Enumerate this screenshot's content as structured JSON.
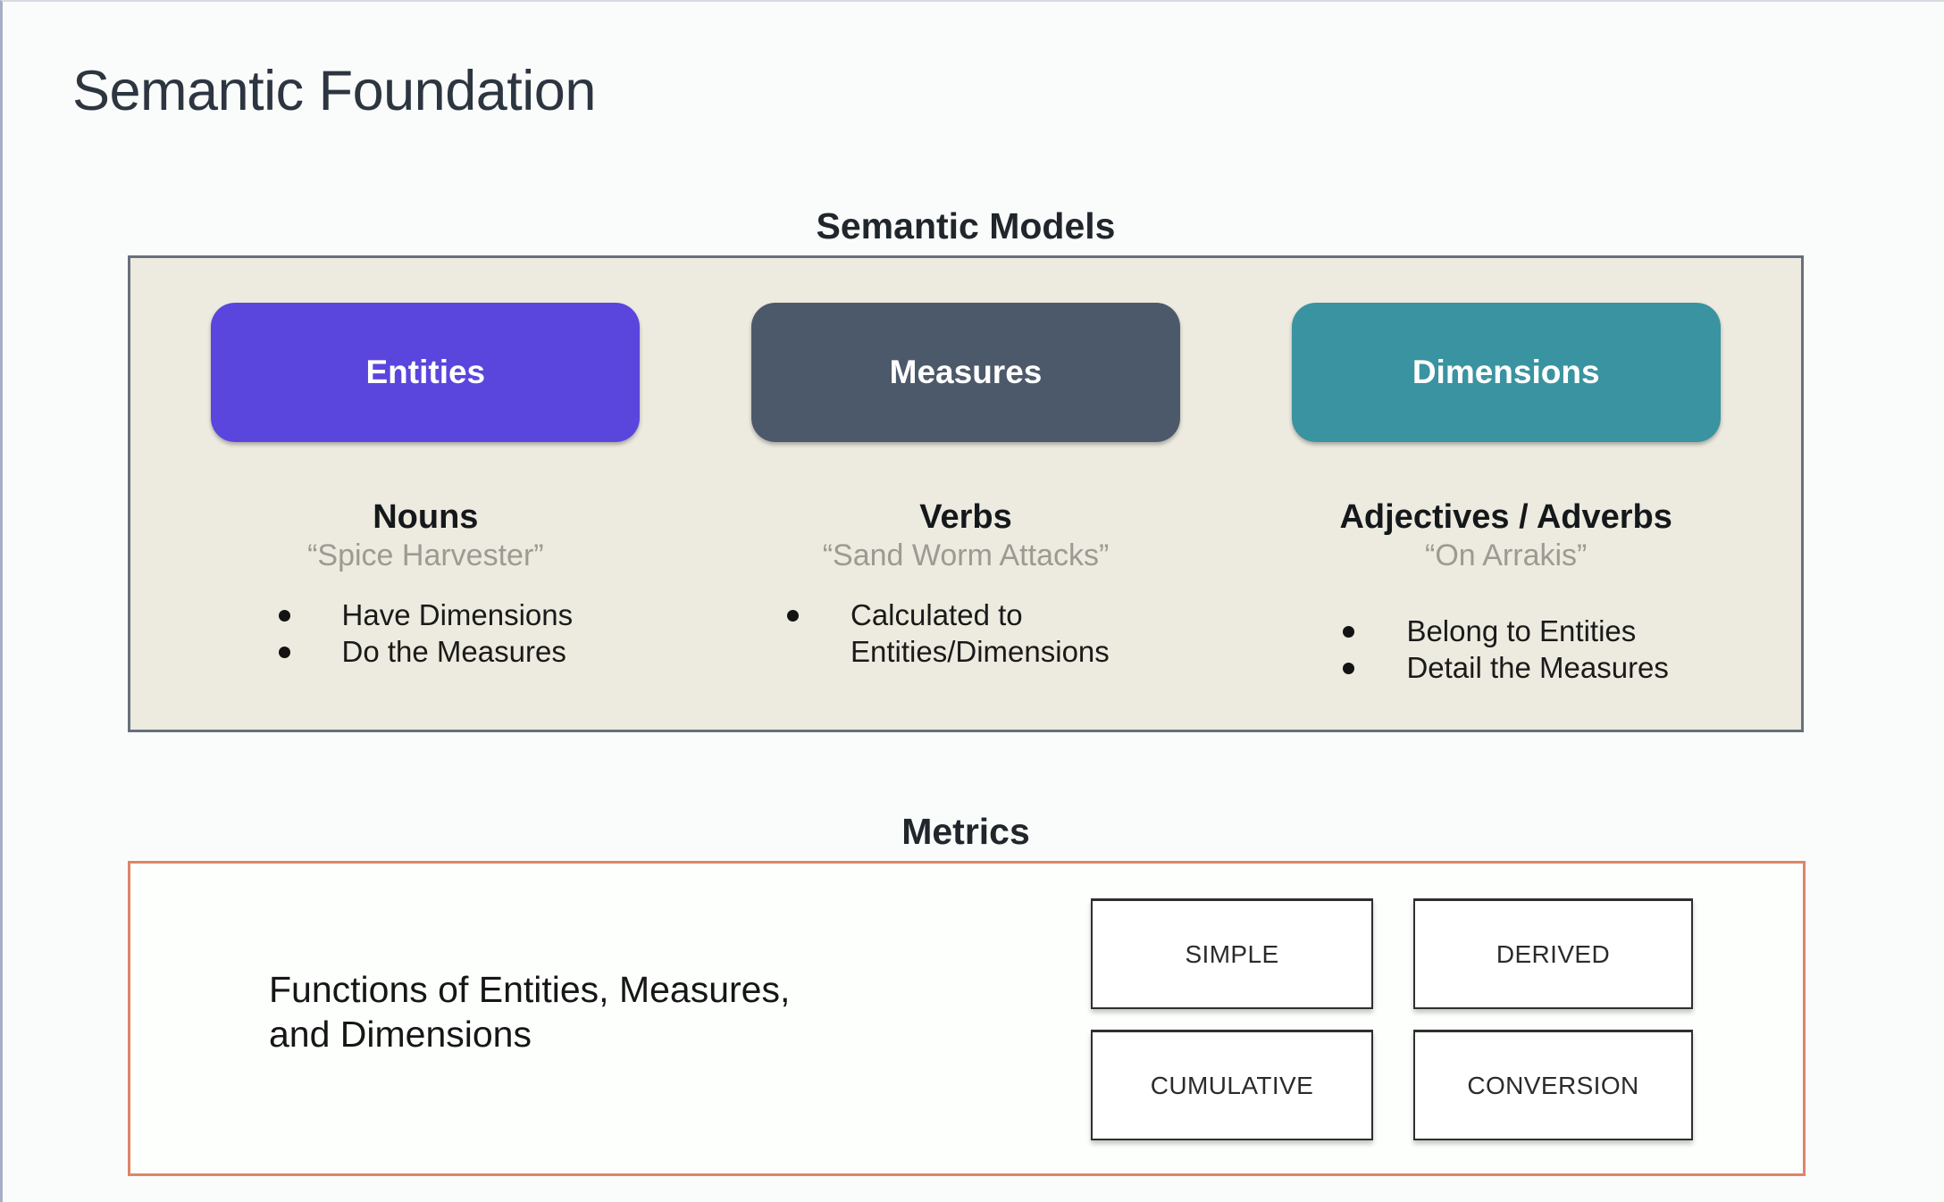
{
  "page": {
    "title": "Semantic Foundation"
  },
  "semantic_models": {
    "heading": "Semantic Models",
    "columns": [
      {
        "label": "Entities",
        "color": "#5a46dd",
        "part_of_speech": "Nouns",
        "example": "“Spice Harvester”",
        "bullets": [
          "Have Dimensions",
          "Do the Measures"
        ]
      },
      {
        "label": "Measures",
        "color": "#4c596a",
        "part_of_speech": "Verbs",
        "example": "“Sand Worm Attacks”",
        "bullets": [
          "Calculated to Entities/Dimensions"
        ]
      },
      {
        "label": "Dimensions",
        "color": "#3a93a0",
        "part_of_speech": "Adjectives / Adverbs",
        "example": "“On Arrakis”",
        "bullets": [
          "Belong to Entities",
          "Detail the Measures"
        ]
      }
    ]
  },
  "metrics": {
    "heading": "Metrics",
    "description": "Functions of Entities, Measures,\nand Dimensions",
    "types": [
      "SIMPLE",
      "DERIVED",
      "CUMULATIVE",
      "CONVERSION"
    ]
  },
  "colors": {
    "panel_background": "#edeadf",
    "panel_border": "#67707a",
    "metrics_border": "#dd8568",
    "entities_fill": "#5a46dd",
    "measures_fill": "#4c596a",
    "dimensions_fill": "#3a93a0"
  }
}
